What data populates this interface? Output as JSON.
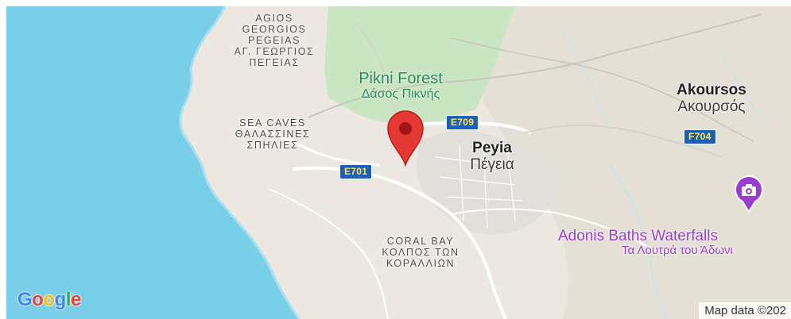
{
  "map": {
    "colors": {
      "water": "#79cfe7",
      "land": "#ece8e1",
      "forest": "#c9e5c2",
      "road": "#ffffff",
      "marker": "#e53935",
      "poi": "#9a3dcf",
      "shield": "#1d5fb2"
    },
    "labels": {
      "agios_georgios": [
        "AGIOS",
        "GEORGIOS",
        "PEGEIAS",
        "ΑΓ. ΓΕΩΡΓΙΟΣ",
        "ΠΕΓΕΙΑΣ"
      ],
      "pikni_forest": [
        "Pikni Forest",
        "Δάσος Πικνής"
      ],
      "sea_caves": [
        "SEA CAVES",
        "ΘΑΛΑΣΣΙΝΕΣ",
        "ΣΠΗΛΙΕΣ"
      ],
      "peyia": [
        "Peyia",
        "Πέγεια"
      ],
      "akoursos": [
        "Akoursos",
        "Ακουρσός"
      ],
      "coral_bay": [
        "CORAL BAY",
        "ΚΟΛΠΟΣ ΤΩΝ",
        "ΚΟΡΑΛΛΙΩΝ"
      ],
      "adonis_baths": [
        "Adonis Baths Waterfalls",
        "Τα Λουτρά του Άδωνι"
      ]
    },
    "road_shields": {
      "e709": "E709",
      "e701": "E701",
      "f704": "F704"
    },
    "poi_icon": "camera-icon",
    "marker_icon": "map-pin-icon"
  },
  "branding": {
    "logo_text": "Google",
    "logo_colors": [
      "#4285F4",
      "#EA4335",
      "#FBBC05",
      "#4285F4",
      "#34A853",
      "#EA4335"
    ],
    "attribution": "Map data ©202"
  }
}
